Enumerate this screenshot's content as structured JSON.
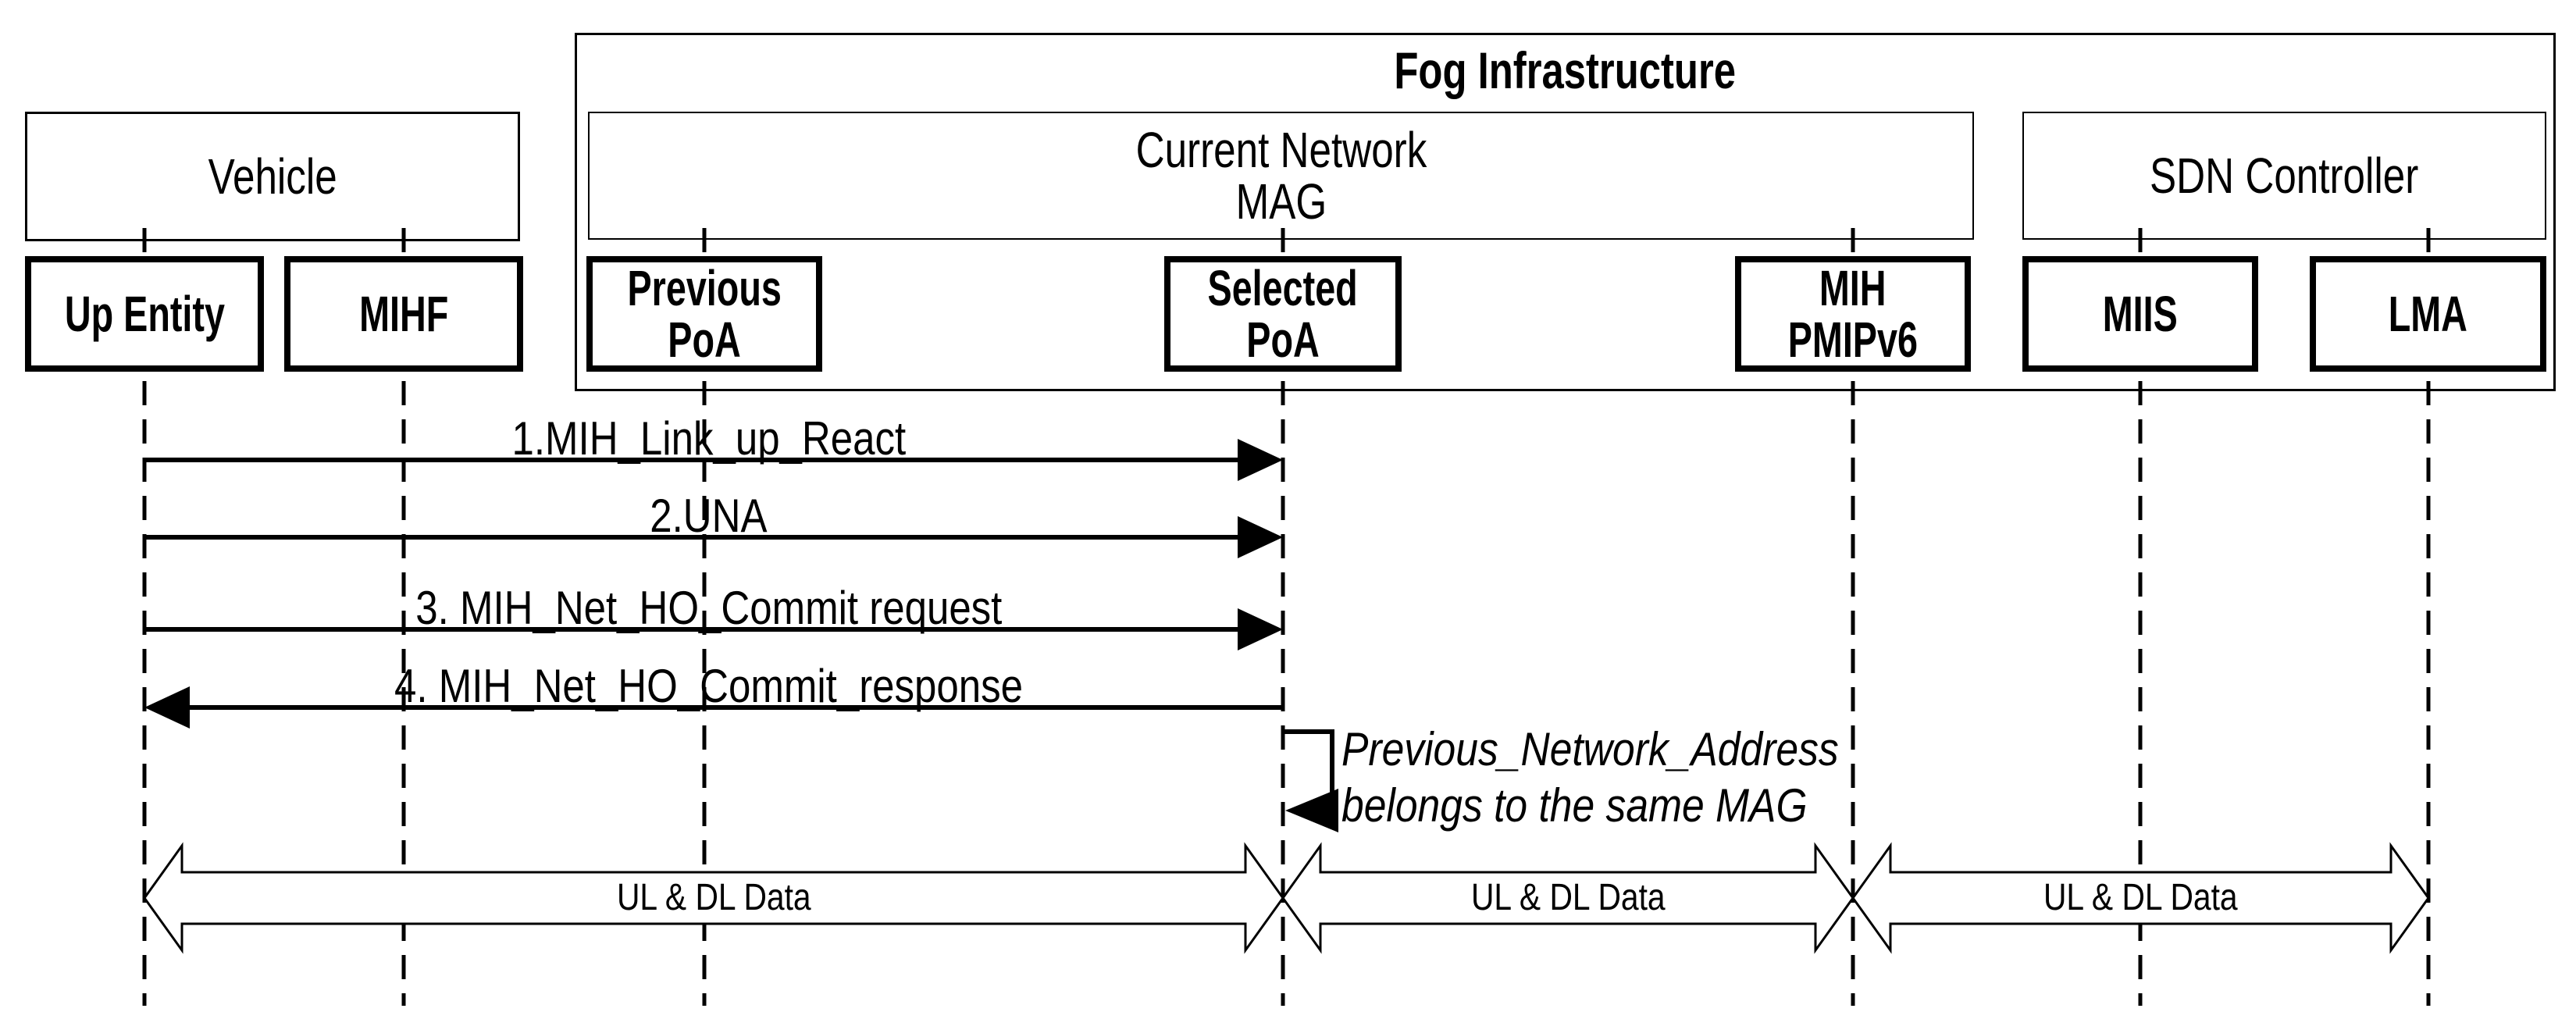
{
  "colors": {
    "background": "#ffffff",
    "line": "#000000",
    "text": "#000000"
  },
  "fog_group": {
    "title": "Fog Infrastructure"
  },
  "containers": [
    {
      "id": "vehicle",
      "label": "Vehicle"
    },
    {
      "id": "current-network-mag",
      "label": "Current Network",
      "label2": "MAG"
    },
    {
      "id": "sdn-controller",
      "label": "SDN Controller"
    }
  ],
  "entities": [
    {
      "id": "up-entity",
      "label": "Up Entity"
    },
    {
      "id": "mihf",
      "label": "MIHF"
    },
    {
      "id": "previous-poa",
      "label": "Previous",
      "label2": "PoA"
    },
    {
      "id": "selected-poa",
      "label": "Selected",
      "label2": "PoA"
    },
    {
      "id": "mih-pmipv6",
      "label": "MIH",
      "label2": "PMIPv6"
    },
    {
      "id": "miis",
      "label": "MIIS"
    },
    {
      "id": "lma",
      "label": "LMA"
    }
  ],
  "messages": [
    {
      "label": "1.MIH_Link_up_React",
      "from": "Up Entity",
      "to": "Selected PoA",
      "direction": "right"
    },
    {
      "label": "2.UNA",
      "from": "Up Entity",
      "to": "Selected PoA",
      "direction": "right"
    },
    {
      "label": "3. MIH_Net_HO_Commit request",
      "from": "Up Entity",
      "to": "Selected PoA",
      "direction": "right"
    },
    {
      "label": "4. MIH_Net_HO_Commit_response",
      "from": "Selected PoA",
      "to": "Up Entity",
      "direction": "left"
    }
  ],
  "self_message_note": {
    "at": "Selected PoA",
    "line1": "Previous_Network_Address",
    "line2": "belongs to the same MAG"
  },
  "data_flows": [
    {
      "label": "UL & DL Data",
      "from": "Up Entity",
      "to": "Selected PoA"
    },
    {
      "label": "UL & DL Data",
      "from": "Selected PoA",
      "to": "MIH PMIPv6"
    },
    {
      "label": "UL & DL Data",
      "from": "MIH PMIPv6",
      "to": "LMA"
    }
  ]
}
